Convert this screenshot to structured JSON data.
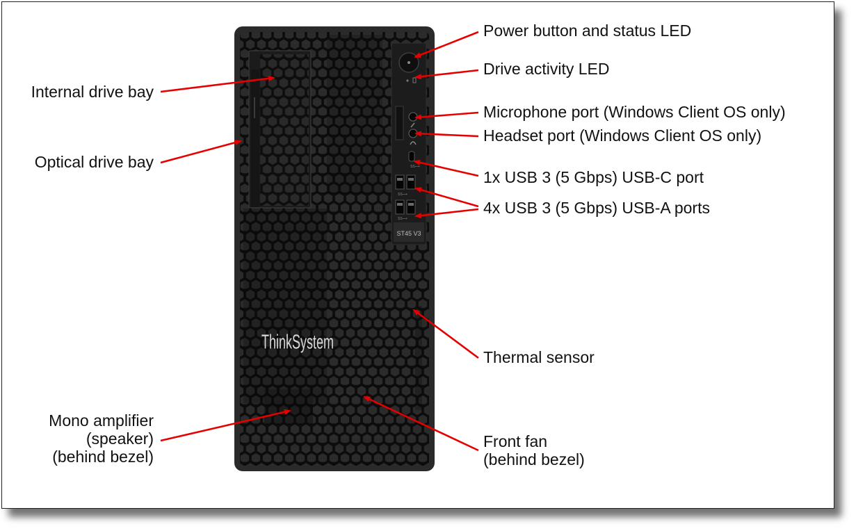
{
  "colors": {
    "arrow": "#e60000",
    "case": "#141414",
    "panel": "#1c1c1c",
    "text": "#111111"
  },
  "product": {
    "brand": "ThinkSystem",
    "model_badge": "ST45 V3"
  },
  "callouts": {
    "power_button": "Power button and status LED",
    "drive_activity": "Drive activity LED",
    "internal_bay": "Internal drive bay",
    "optical_bay": "Optical drive bay",
    "microphone": "Microphone port (Windows Client OS only)",
    "headset": "Headset port (Windows Client OS only)",
    "usb_c": "1x USB 3 (5 Gbps) USB-C port",
    "usb_a": "4x USB 3 (5 Gbps) USB-A ports",
    "thermal": "Thermal sensor",
    "mono_l1": "Mono amplifier",
    "mono_l2": "(speaker)",
    "mono_l3": "(behind bezel)",
    "fan_l1": "Front fan",
    "fan_l2": "(behind bezel)"
  },
  "icons": {
    "arrowhead": "arrowhead-icon",
    "power": "power-icon",
    "drive_led": "drive-led-icon",
    "mic": "microphone-icon",
    "headset": "headset-icon",
    "usb": "usb-icon"
  }
}
